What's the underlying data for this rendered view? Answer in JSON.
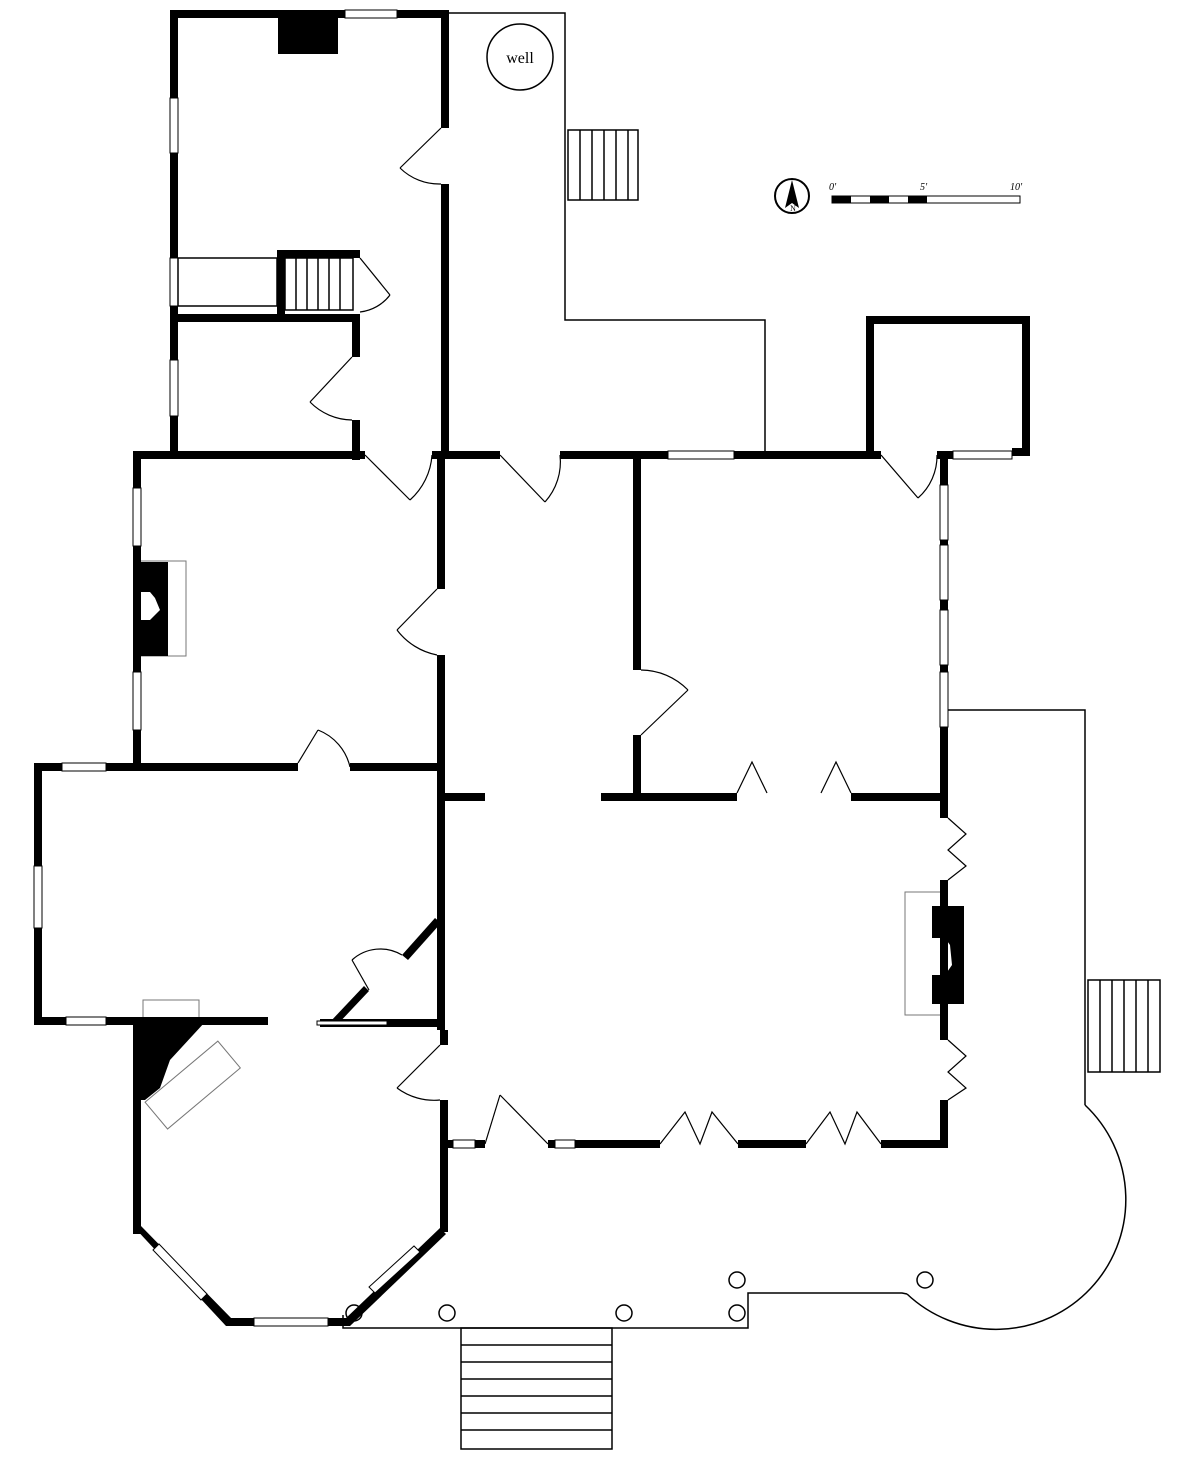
{
  "plan": {
    "well_label": "well",
    "scale_labels": [
      "0'",
      "5'",
      "10'"
    ],
    "north_label": "N"
  }
}
